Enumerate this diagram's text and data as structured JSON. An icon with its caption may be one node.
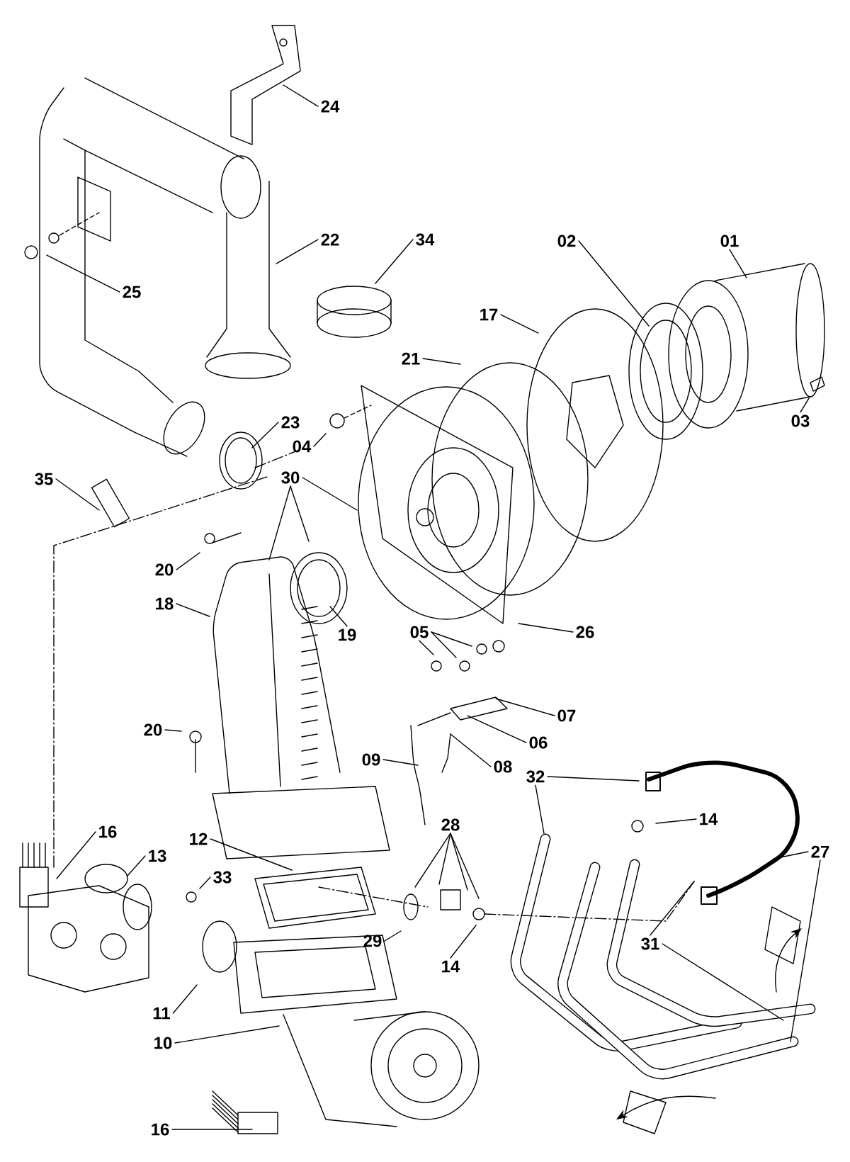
{
  "diagram": {
    "nodes": [
      {
        "text": [
          "24"
        ]
      },
      {
        "text": [
          "01"
        ]
      },
      {
        "text": [
          "02"
        ]
      },
      {
        "text": [
          "22"
        ]
      },
      {
        "text": [
          "34"
        ]
      },
      {
        "text": [
          "25"
        ]
      },
      {
        "text": [
          "17"
        ]
      },
      {
        "text": [
          "21"
        ]
      },
      {
        "text": [
          "03"
        ]
      },
      {
        "text": [
          "23"
        ]
      },
      {
        "text": [
          "04"
        ]
      },
      {
        "text": [
          "35"
        ]
      },
      {
        "text": [
          "30"
        ]
      },
      {
        "text": [
          "20"
        ]
      },
      {
        "text": [
          "18"
        ]
      },
      {
        "text": [
          "05"
        ]
      },
      {
        "text": [
          "19"
        ]
      },
      {
        "text": [
          "26"
        ]
      },
      {
        "text": [
          "07"
        ]
      },
      {
        "text": [
          "20"
        ]
      },
      {
        "text": [
          "06"
        ]
      },
      {
        "text": [
          "08"
        ]
      },
      {
        "text": [
          "09"
        ]
      },
      {
        "text": [
          "32"
        ]
      },
      {
        "text": [
          "14"
        ]
      },
      {
        "text": [
          "28"
        ]
      },
      {
        "text": [
          "16"
        ]
      },
      {
        "text": [
          "12"
        ]
      },
      {
        "text": [
          "27"
        ]
      },
      {
        "text": [
          "13"
        ]
      },
      {
        "text": [
          "33"
        ]
      },
      {
        "text": [
          "29"
        ]
      },
      {
        "text": [
          "31"
        ]
      },
      {
        "text": [
          "14"
        ]
      },
      {
        "text": [
          "11"
        ]
      },
      {
        "text": [
          "10"
        ]
      },
      {
        "text": [
          "16"
        ]
      }
    ],
    "edges": [
      {
        "from": 0,
        "to": null,
        "arrow": "none"
      },
      {
        "from": 1,
        "to": null,
        "arrow": "none"
      },
      {
        "from": 2,
        "to": null,
        "arrow": "none"
      },
      {
        "from": 3,
        "to": null,
        "arrow": "none"
      },
      {
        "from": 4,
        "to": null,
        "arrow": "none"
      },
      {
        "from": 5,
        "to": null,
        "arrow": "none"
      },
      {
        "from": 6,
        "to": null,
        "arrow": "none"
      },
      {
        "from": 7,
        "to": null,
        "arrow": "none"
      },
      {
        "from": 8,
        "to": null,
        "arrow": "none"
      },
      {
        "from": 9,
        "to": null,
        "arrow": "none"
      },
      {
        "from": 10,
        "to": null,
        "arrow": "none"
      },
      {
        "from": 11,
        "to": null,
        "arrow": "none"
      },
      {
        "from": 12,
        "to": null,
        "arrow": "none"
      },
      {
        "from": 12,
        "to": null,
        "arrow": "none"
      },
      {
        "from": 12,
        "to": null,
        "arrow": "none"
      },
      {
        "from": 13,
        "to": null,
        "arrow": "none"
      },
      {
        "from": 14,
        "to": null,
        "arrow": "none"
      },
      {
        "from": 15,
        "to": null,
        "arrow": "none"
      },
      {
        "from": 15,
        "to": null,
        "arrow": "none"
      },
      {
        "from": 15,
        "to": null,
        "arrow": "none"
      },
      {
        "from": 16,
        "to": null,
        "arrow": "none"
      },
      {
        "from": 17,
        "to": null,
        "arrow": "none"
      },
      {
        "from": 18,
        "to": null,
        "arrow": "none"
      },
      {
        "from": 19,
        "to": null,
        "arrow": "none"
      },
      {
        "from": 20,
        "to": null,
        "arrow": "none"
      },
      {
        "from": 21,
        "to": null,
        "arrow": "none"
      },
      {
        "from": 22,
        "to": null,
        "arrow": "none"
      },
      {
        "from": 23,
        "to": null,
        "arrow": "none"
      },
      {
        "from": 23,
        "to": null,
        "arrow": "none"
      },
      {
        "from": 24,
        "to": null,
        "arrow": "none"
      },
      {
        "from": 25,
        "to": null,
        "arrow": "none"
      },
      {
        "from": 25,
        "to": null,
        "arrow": "none"
      },
      {
        "from": 25,
        "to": null,
        "arrow": "none"
      },
      {
        "from": 25,
        "to": null,
        "arrow": "none"
      },
      {
        "from": 26,
        "to": null,
        "arrow": "none"
      },
      {
        "from": 27,
        "to": null,
        "arrow": "none"
      },
      {
        "from": 28,
        "to": null,
        "arrow": "none"
      },
      {
        "from": 28,
        "to": null,
        "arrow": "none"
      },
      {
        "from": 29,
        "to": null,
        "arrow": "none"
      },
      {
        "from": 30,
        "to": null,
        "arrow": "none"
      },
      {
        "from": 31,
        "to": null,
        "arrow": "none"
      },
      {
        "from": 32,
        "to": null,
        "arrow": "none"
      },
      {
        "from": 32,
        "to": null,
        "arrow": "none"
      },
      {
        "from": 33,
        "to": null,
        "arrow": "none"
      },
      {
        "from": 34,
        "to": null,
        "arrow": "none"
      },
      {
        "from": 35,
        "to": null,
        "arrow": "none"
      },
      {
        "from": 36,
        "to": null,
        "arrow": "none"
      }
    ]
  }
}
